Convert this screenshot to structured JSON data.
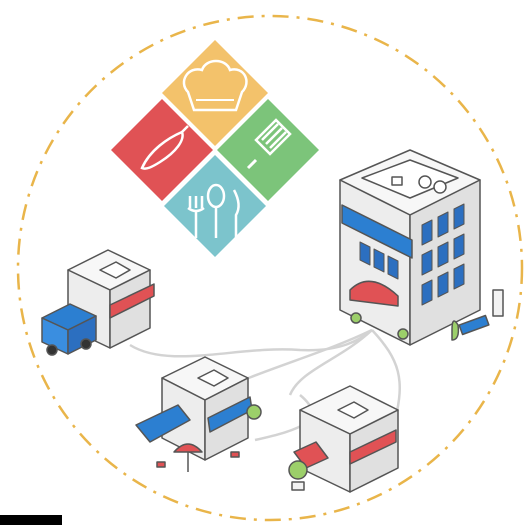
{
  "scene": {
    "logo_tiles": [
      {
        "name": "chef-hat",
        "color": "#f3c26b"
      },
      {
        "name": "chili-pepper",
        "color": "#e05255"
      },
      {
        "name": "spatula",
        "color": "#7cc47a"
      },
      {
        "name": "fork-spoon-knife",
        "color": "#7cc4cc"
      }
    ],
    "colors": {
      "ring_dash": "#e9b54a",
      "building_wall": "#f2f2f2",
      "building_outline": "#555555",
      "awning_red": "#e05255",
      "awning_blue": "#2c7fd1",
      "window_blue": "#2c6fc0",
      "tree_green": "#9ccf6a",
      "route_line": "#d0d0d0"
    }
  }
}
